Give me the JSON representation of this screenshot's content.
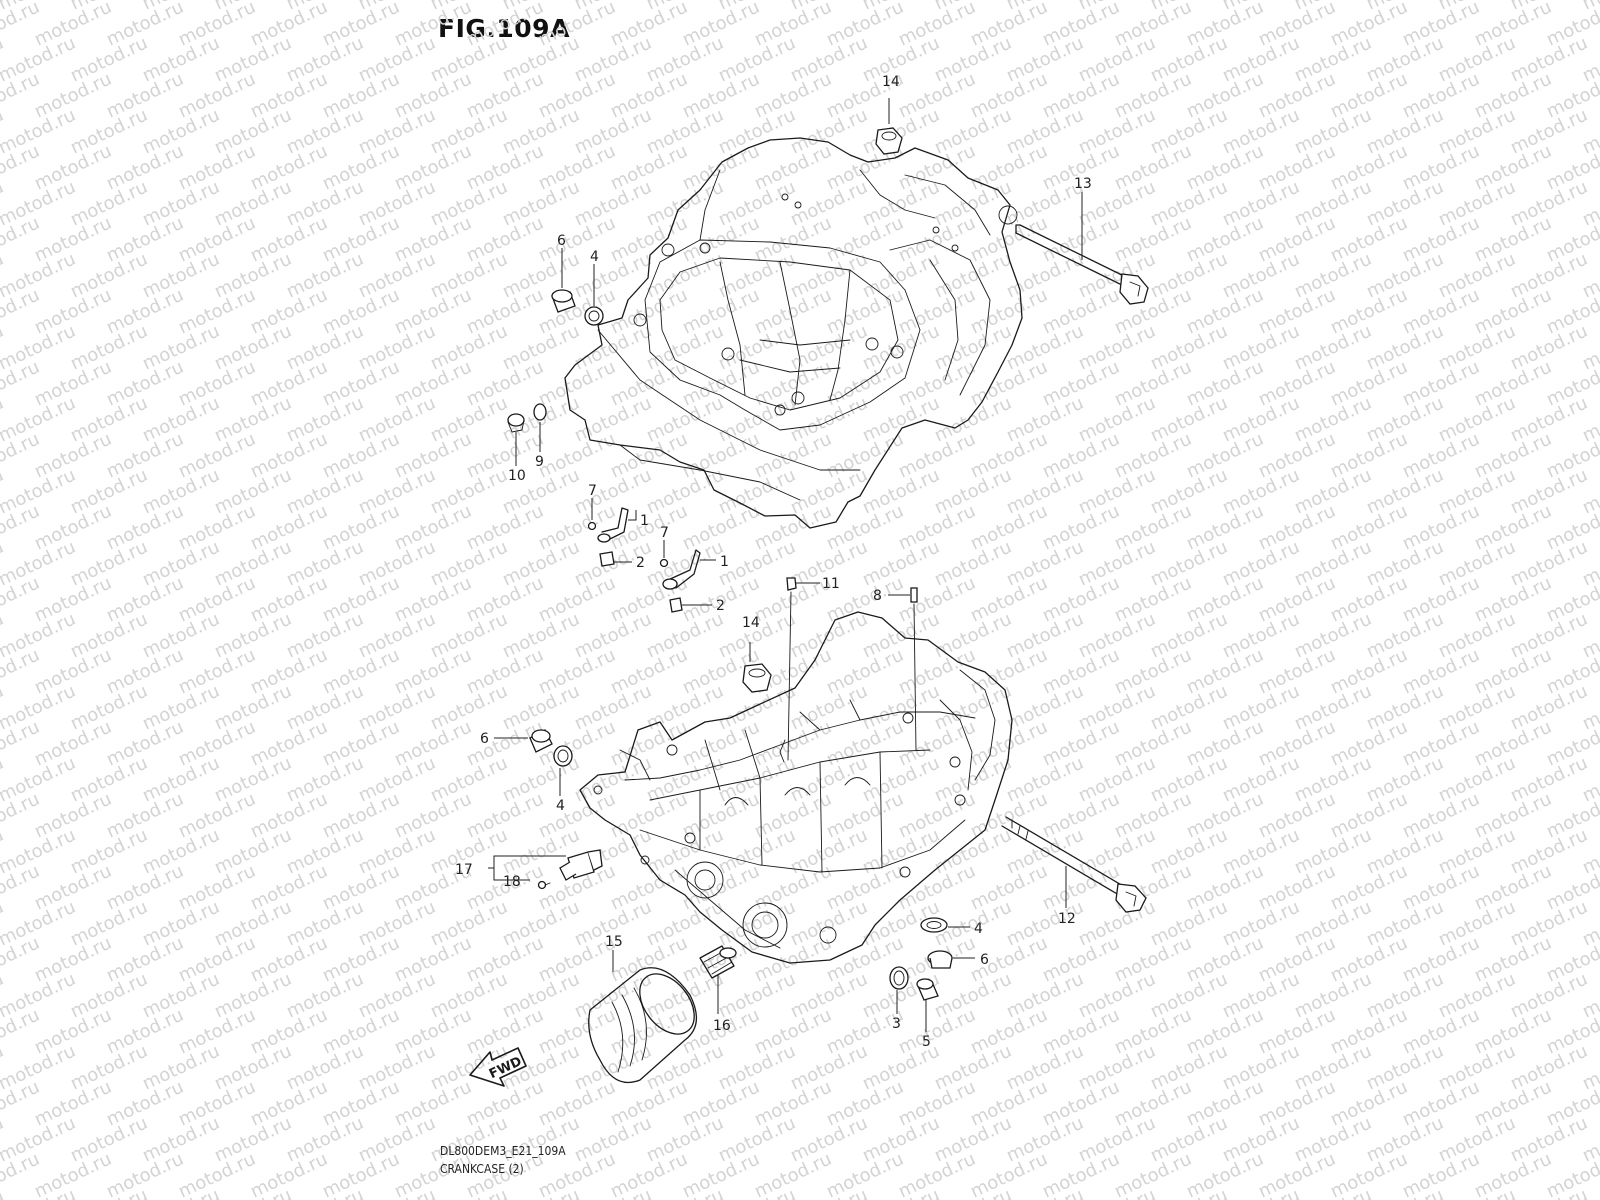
{
  "figure": {
    "title": "FIG.109A",
    "drawing_code": "DL800DEM3_E21_109A",
    "drawing_name": "CRANKCASE (2)",
    "watermark": "motod.ru",
    "direction_label": "FWD"
  },
  "callouts": {
    "upper": {
      "c14": "14",
      "c13": "13",
      "c6": "6",
      "c4": "4",
      "c10": "10",
      "c9": "9"
    },
    "oil_jets": {
      "c7a": "7",
      "c1a": "1",
      "c2a": "2",
      "c7b": "7",
      "c1b": "1",
      "c2b": "2"
    },
    "lower": {
      "c11": "11",
      "c8": "8",
      "c14": "14",
      "c6": "6",
      "c4": "4",
      "c17": "17",
      "c18": "18",
      "c12": "12",
      "c4b": "4",
      "c6b": "6",
      "c3": "3",
      "c5": "5",
      "c15": "15",
      "c16": "16"
    }
  },
  "colors": {
    "line": "#1a1a1a",
    "watermark": "#d3d3d3",
    "background": "#ffffff"
  }
}
